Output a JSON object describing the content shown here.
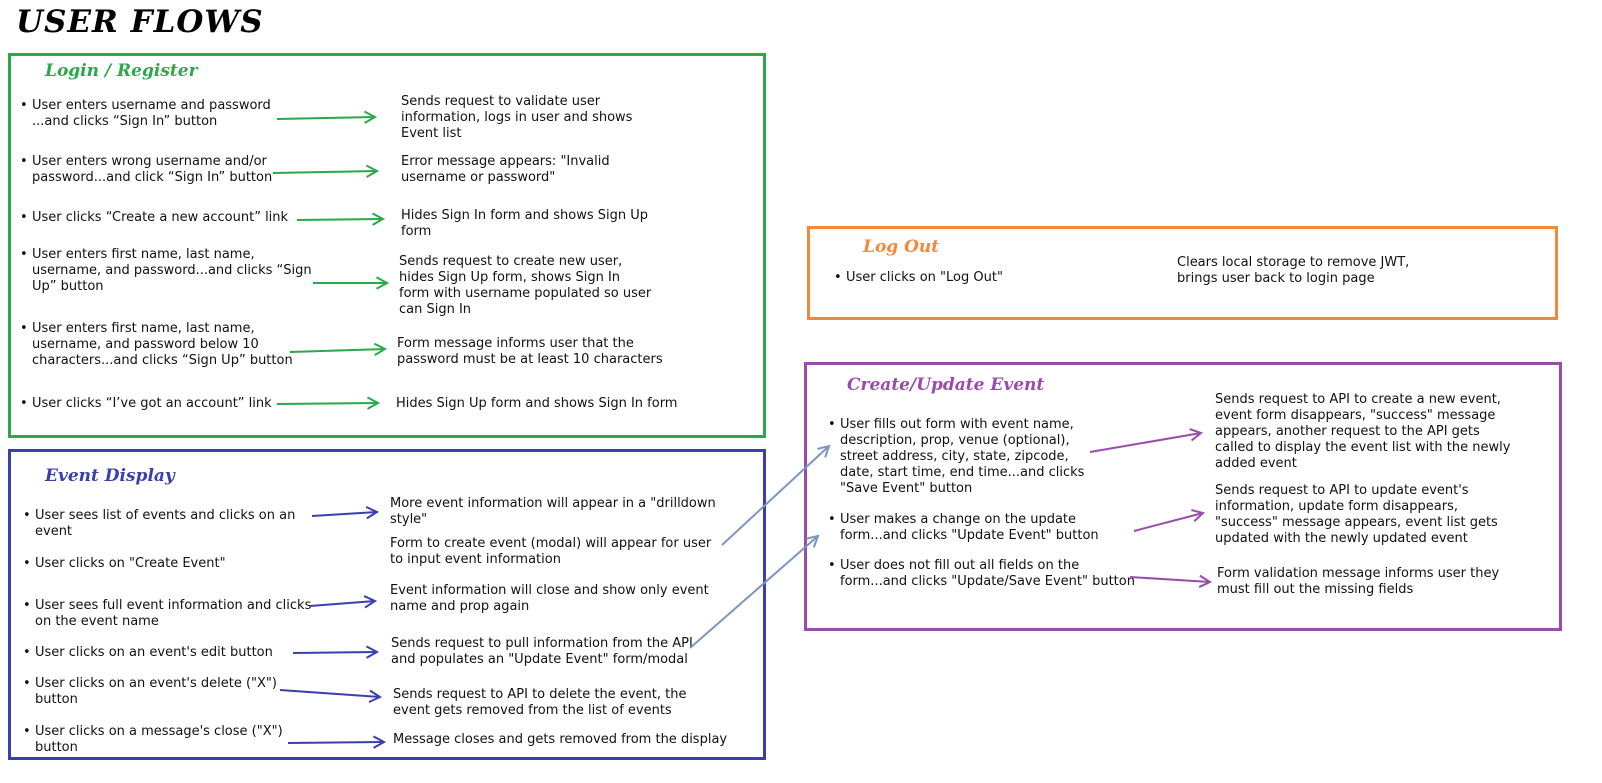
{
  "title": "USER FLOWS",
  "colors": {
    "login": "#2aa84a",
    "event_display": "#3a3fb0",
    "log_out": "#f08a3a",
    "create_update": "#9a4cab",
    "link_arrow": "#7b96c0"
  },
  "bullet": "•",
  "panels": {
    "login": {
      "title": "Login / Register",
      "rows": [
        {
          "step": "User enters username and password\n...and clicks “Sign In” button",
          "result": "Sends request to validate user\ninformation, logs in user and shows\nEvent list"
        },
        {
          "step": "User enters wrong username and/or\npassword...and click “Sign In” button",
          "result": "Error message appears: \"Invalid\nusername or password\""
        },
        {
          "step": "User clicks “Create a new account” link",
          "result": "Hides Sign In form and shows Sign Up\nform"
        },
        {
          "step": "User enters first name, last name,\nusername, and password...and clicks “Sign\nUp” button",
          "result": "Sends request to create new user,\nhides Sign Up form, shows Sign In\nform with username populated so user\ncan Sign In"
        },
        {
          "step": "User enters first name, last name,\nusername, and password below 10\ncharacters...and clicks “Sign Up” button",
          "result": "Form message informs user that the\npassword must be at least 10 characters"
        },
        {
          "step": "User clicks “I’ve got an account” link",
          "result": "Hides Sign Up form and shows Sign In form"
        }
      ]
    },
    "event_display": {
      "title": "Event Display",
      "rows": [
        {
          "step": "User sees list of events and clicks on an\nevent",
          "result": "More event information will appear in a \"drilldown\nstyle\""
        },
        {
          "step": "User clicks on \"Create Event\"",
          "result": "Form to create event (modal) will appear for user\nto input event information"
        },
        {
          "step": "User sees full event information and clicks\non the event name",
          "result": "Event information will close and show only event\nname and prop again"
        },
        {
          "step": "User clicks on an event's edit button",
          "result": "Sends request to pull information from the API\nand populates an \"Update Event\" form/modal"
        },
        {
          "step": "User clicks on an event's delete (\"X\")\nbutton",
          "result": "Sends request to API to delete the event, the\nevent gets removed from the list of events"
        },
        {
          "step": "User clicks on a message's close (\"X\")\nbutton",
          "result": "Message closes and gets removed from the display"
        }
      ]
    },
    "log_out": {
      "title": "Log Out",
      "rows": [
        {
          "step": "User clicks on \"Log Out\"",
          "result": "Clears local storage to remove JWT,\nbrings user back to login page"
        }
      ]
    },
    "create_update": {
      "title": "Create/Update Event",
      "rows": [
        {
          "step": "User fills out form with event name,\ndescription, prop, venue (optional),\nstreet address, city, state, zipcode,\ndate, start time, end time...and clicks\n\"Save Event\" button",
          "result": "Sends request to API to create a new event,\nevent form disappears, \"success\" message\nappears, another request to the API gets\ncalled to display the event list with the newly\nadded event"
        },
        {
          "step": "User makes a change on the update\nform...and clicks \"Update Event\" button",
          "result": "Sends request to API to update event's\ninformation, update form disappears,\n\"success\" message appears, event list gets\nupdated with the newly updated event"
        },
        {
          "step": "User does not fill out all fields on the\nform...and clicks \"Update/Save Event\" button",
          "result": "Form validation message informs user they\nmust fill out the missing fields"
        }
      ]
    }
  }
}
